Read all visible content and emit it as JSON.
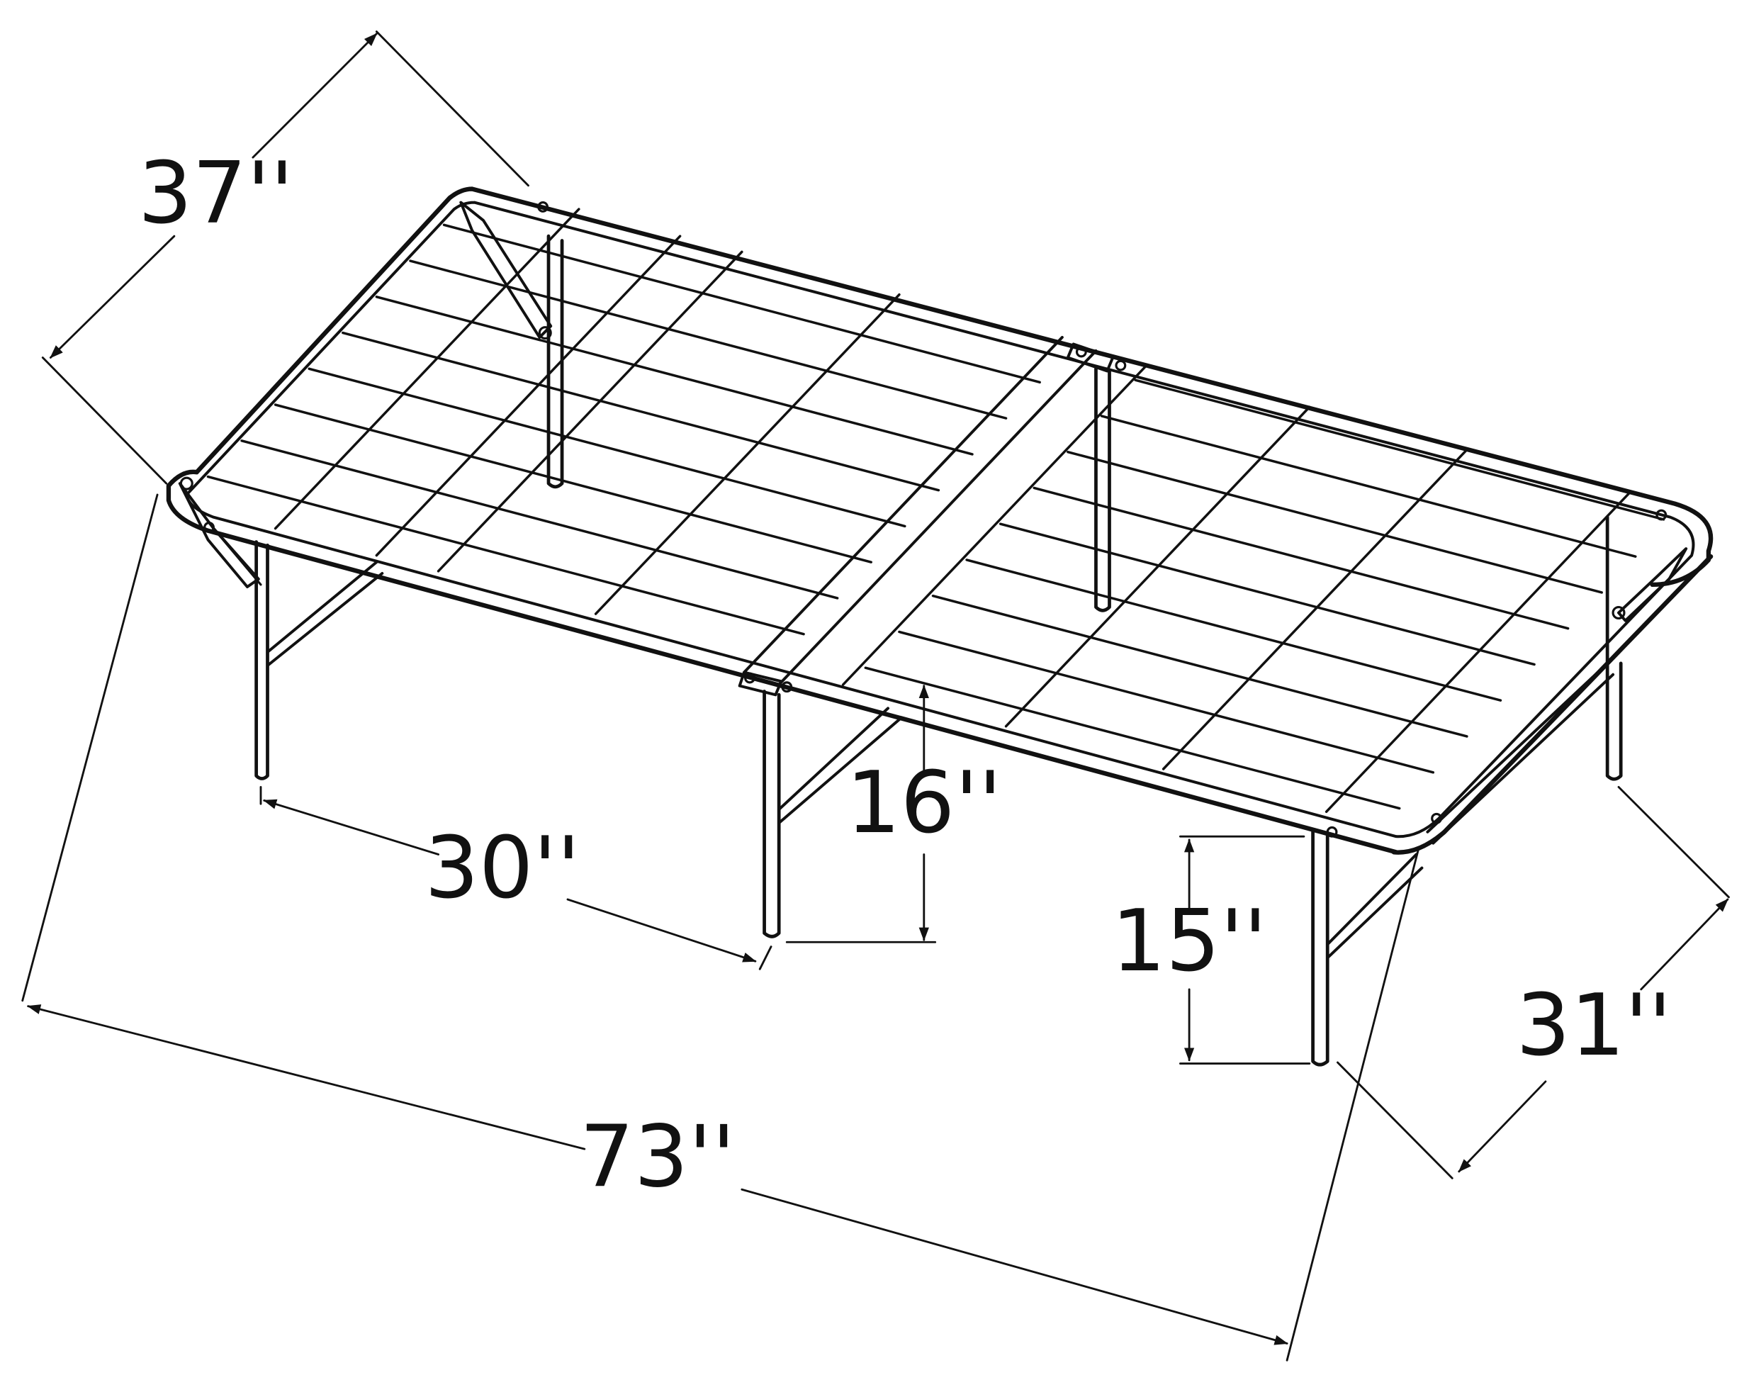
{
  "colors": {
    "line": "#111111",
    "background": "#ffffff"
  },
  "dimensions": {
    "width": "37''",
    "depth_small": "31''",
    "length": "73''",
    "span": "30''",
    "clearance": "16''",
    "leg_height": "15''"
  }
}
